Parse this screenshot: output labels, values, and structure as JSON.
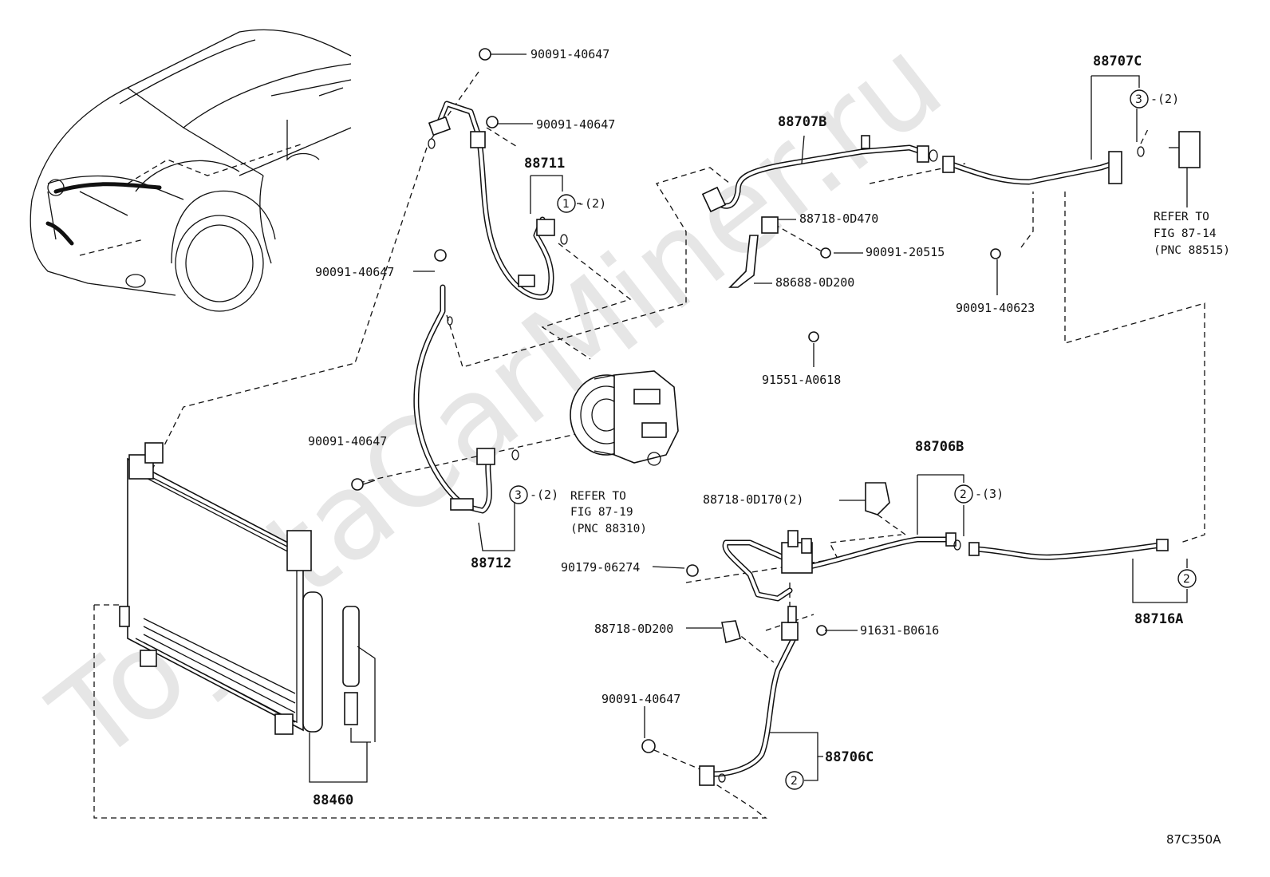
{
  "watermark": "ToyotaCarMiner.ru",
  "diagram_code": "87C350A",
  "parts": {
    "p_90091_40647_top": "90091-40647",
    "p_90091_40647_b": "90091-40647",
    "p_88711": "88711",
    "p_90091_40647_left": "90091-40647",
    "p_90091_40647_mid": "90091-40647",
    "p_88712": "88712",
    "p_88460": "88460",
    "p_88707B": "88707B",
    "p_88707C": "88707C",
    "p_88718_0D470": "88718-0D470",
    "p_90091_20515": "90091-20515",
    "p_88688_0D200": "88688-0D200",
    "p_91551_A0618": "91551-A0618",
    "p_90091_40623": "90091-40623",
    "p_88706B": "88706B",
    "p_88718_0D170": "88718-0D170(2)",
    "p_90179_06274": "90179-06274",
    "p_88718_0D200": "88718-0D200",
    "p_91631_B0616": "91631-B0616",
    "p_90091_40647_bot": "90091-40647",
    "p_88706C": "88706C",
    "p_88716A": "88716A"
  },
  "refs": {
    "fig_87_19": [
      "REFER TO",
      "FIG 87-19",
      "(PNC 88310)"
    ],
    "fig_87_14": [
      "REFER TO",
      "FIG 87-14",
      "(PNC 88515)"
    ]
  },
  "callouts": {
    "c1": {
      "num": "1",
      "qty": "-(2)"
    },
    "c3a": {
      "num": "3",
      "qty": "-(2)"
    },
    "c3b": {
      "num": "3",
      "qty": "-(2)"
    },
    "c2a": {
      "num": "2",
      "qty": "-(3)"
    },
    "c2b": {
      "num": "2",
      "qty": ""
    },
    "c2c": {
      "num": "2",
      "qty": ""
    }
  }
}
